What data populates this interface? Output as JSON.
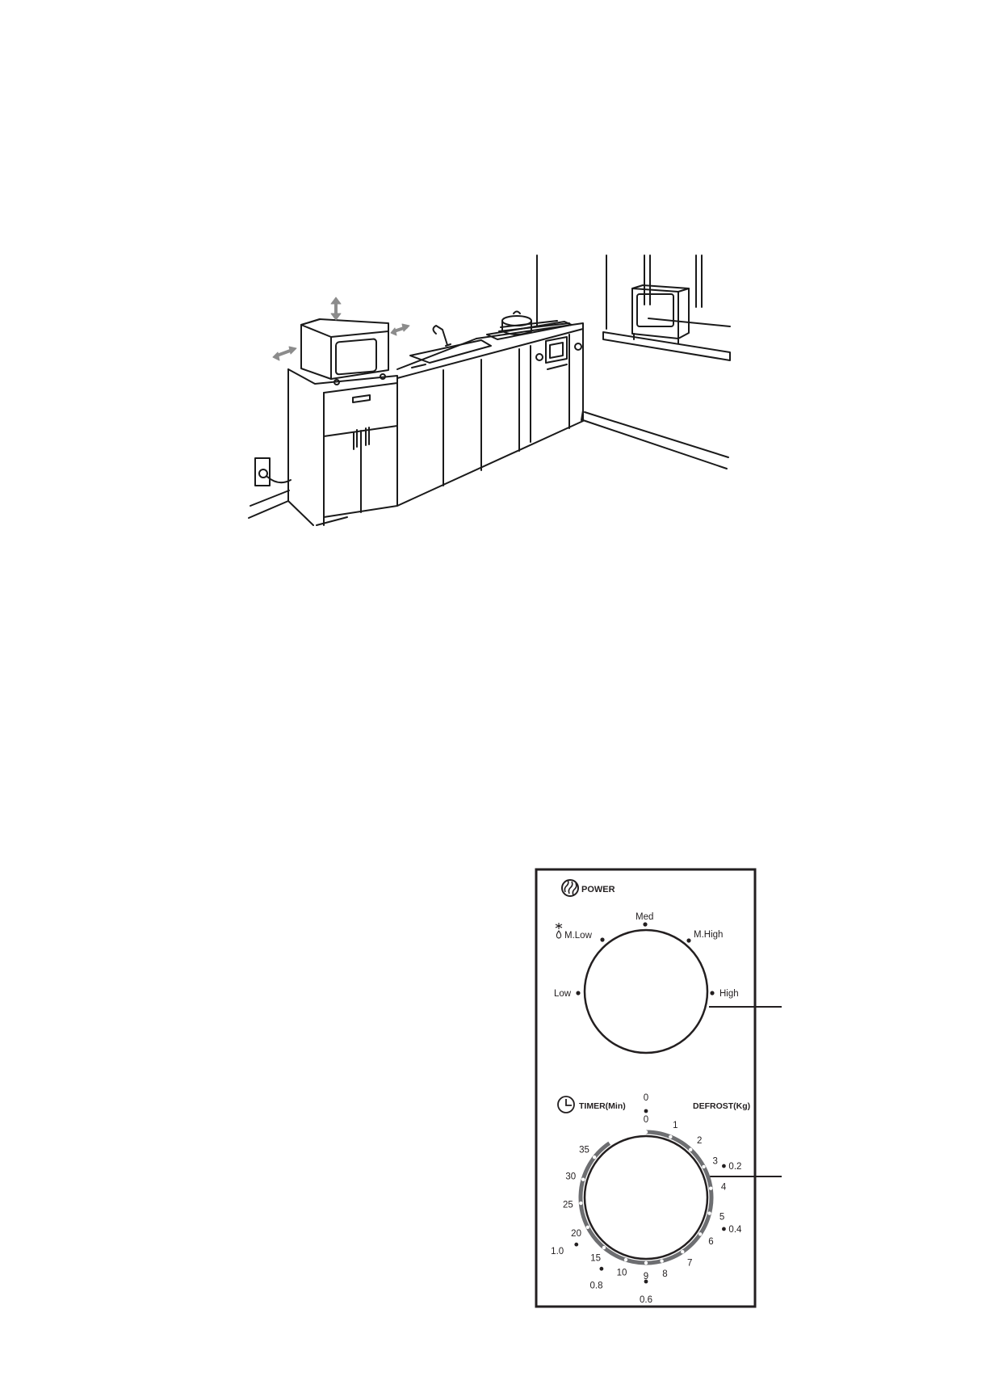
{
  "illustration": {
    "subject": "kitchen-installation",
    "colors": {
      "line": "#1a1a1a",
      "arrow": "#8c8c8c",
      "background": "#ffffff"
    }
  },
  "control_panel": {
    "power": {
      "title": "POWER",
      "icon": "microwave-waves-icon",
      "levels": [
        {
          "label": "Low"
        },
        {
          "label": "M.Low"
        },
        {
          "label": "Med"
        },
        {
          "label": "M.High"
        },
        {
          "label": "High"
        }
      ]
    },
    "timer": {
      "title": "TIMER(Min)",
      "icon": "clock-icon",
      "minute_marks": [
        "0",
        "1",
        "2",
        "3",
        "4",
        "5",
        "6",
        "7",
        "8",
        "9",
        "10",
        "15",
        "20",
        "25",
        "30",
        "35"
      ]
    },
    "defrost": {
      "title": "DEFROST(Kg)",
      "weight_marks": [
        "0",
        "0.2",
        "0.4",
        "0.6",
        "0.8",
        "1.0"
      ]
    },
    "colors": {
      "text": "#231f20",
      "scale": "#6d6e71",
      "border": "#231f20"
    }
  }
}
